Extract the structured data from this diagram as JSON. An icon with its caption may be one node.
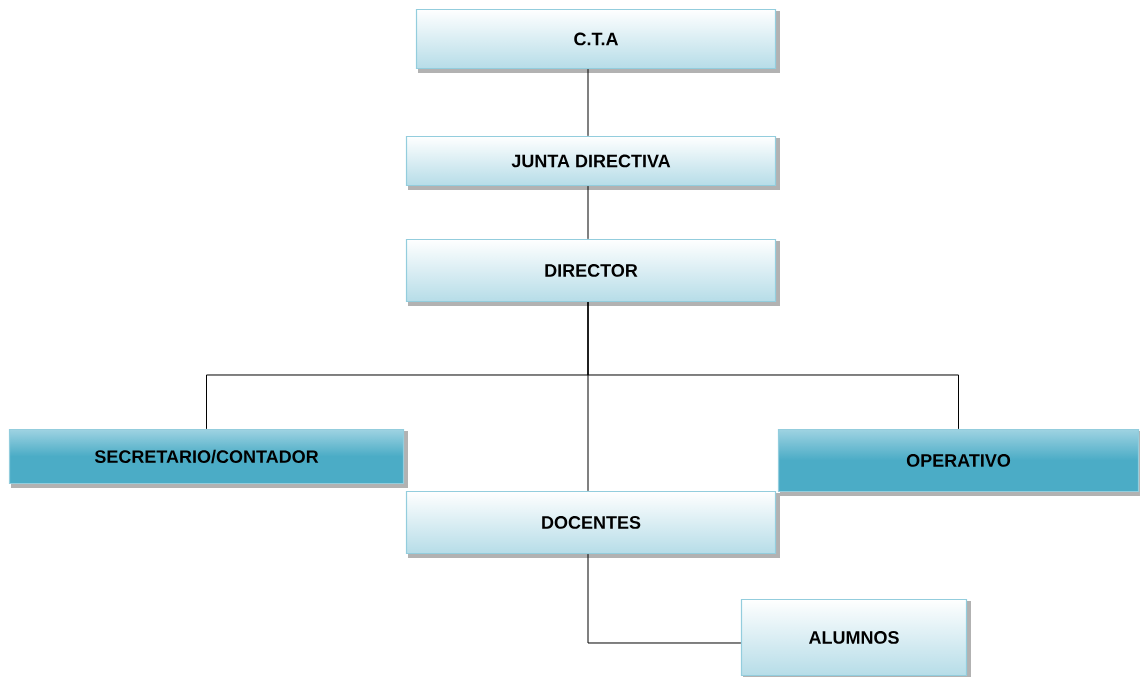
{
  "diagram": {
    "nodes": [
      {
        "text": [
          "C.T.A"
        ]
      },
      {
        "text": [
          "JUNTA DIRECTIVA"
        ]
      },
      {
        "text": [
          "DIRECTOR"
        ]
      },
      {
        "text": [
          "SECRETARIO/CONTADOR"
        ]
      },
      {
        "text": [
          "OPERATIVO"
        ]
      },
      {
        "text": [
          "DOCENTES"
        ]
      },
      {
        "text": [
          "ALUMNOS"
        ]
      }
    ],
    "edges": [
      {
        "from": 0,
        "to": 1,
        "arrow": "none"
      },
      {
        "from": 1,
        "to": 2,
        "arrow": "none"
      },
      {
        "from": 2,
        "to": 3,
        "arrow": "none"
      },
      {
        "from": 2,
        "to": 4,
        "arrow": "none"
      },
      {
        "from": 2,
        "to": 5,
        "arrow": "none"
      },
      {
        "from": 5,
        "to": 6,
        "arrow": "none"
      }
    ]
  }
}
